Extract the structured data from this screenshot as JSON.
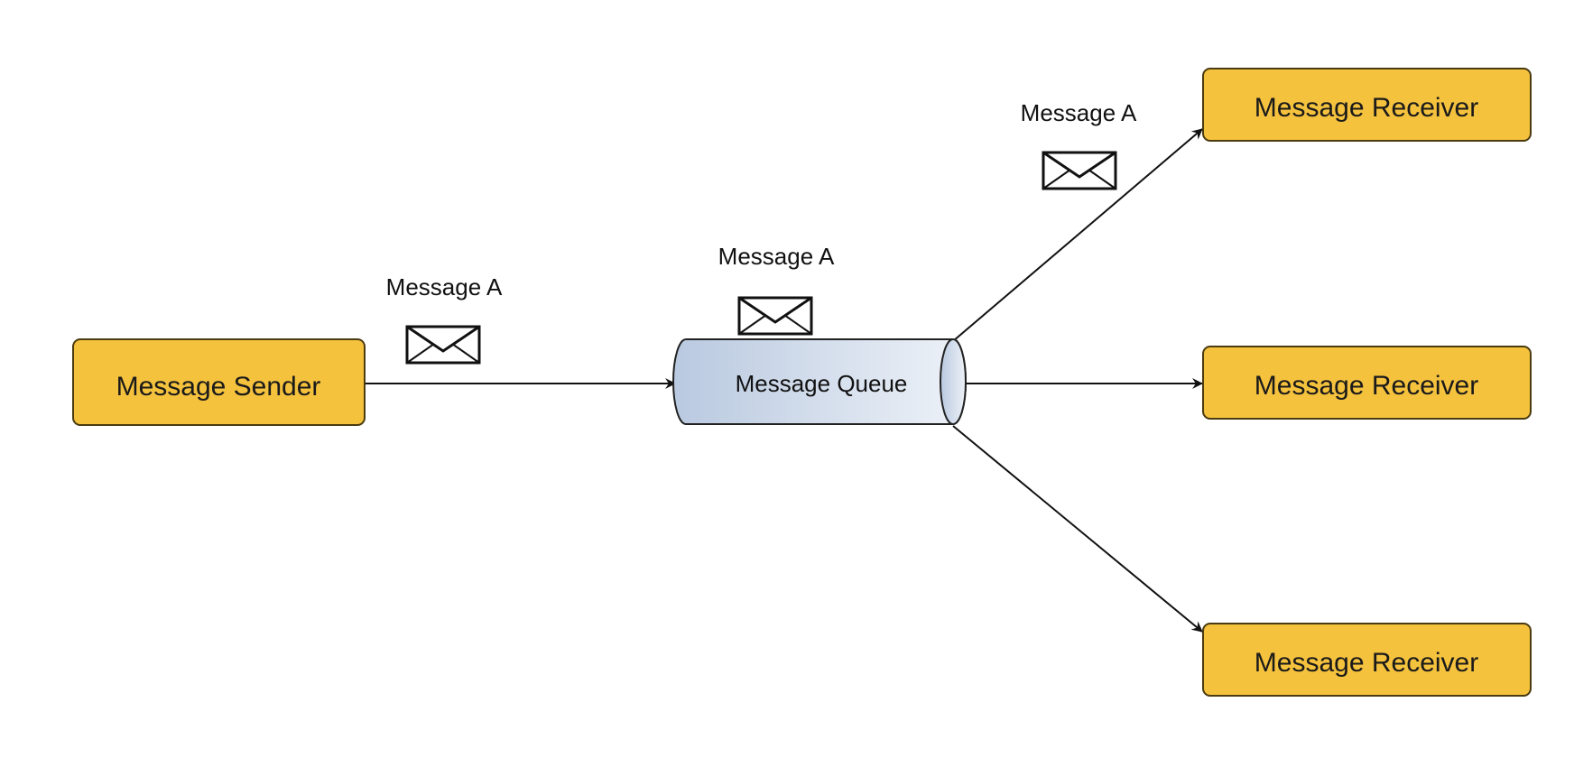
{
  "colors": {
    "node_fill": "#F5C23E",
    "node_stroke": "#4a3b10",
    "queue_fill_start": "#b9c9e0",
    "queue_fill_end": "#eef2f8",
    "line": "#111111"
  },
  "nodes": {
    "sender": {
      "label": "Message Sender"
    },
    "queue": {
      "label": "Message Queue"
    },
    "receivers": [
      {
        "label": "Message Receiver"
      },
      {
        "label": "Message Receiver"
      },
      {
        "label": "Message Receiver"
      }
    ]
  },
  "messages": [
    {
      "label": "Message A",
      "icon": "envelope-icon"
    },
    {
      "label": "Message A",
      "icon": "envelope-icon"
    },
    {
      "label": "Message A",
      "icon": "envelope-icon"
    }
  ]
}
